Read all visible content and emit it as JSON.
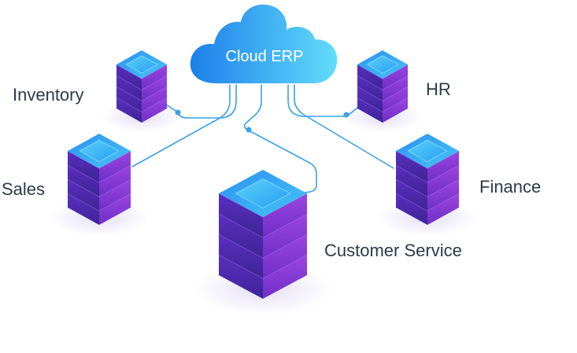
{
  "cloud": {
    "label": "Cloud ERP"
  },
  "nodes": {
    "inventory": {
      "label": "Inventory"
    },
    "hr": {
      "label": "HR"
    },
    "sales": {
      "label": "Sales"
    },
    "finance": {
      "label": "Finance"
    },
    "customer_service": {
      "label": "Customer Service"
    }
  },
  "colors": {
    "cloud_gradient_start": "#1e88ef",
    "cloud_gradient_end": "#5fd7fb",
    "server_top": "#2aa2ef",
    "server_top_inner": "#4ecbf7",
    "server_body_dark": "#4b2aa8",
    "server_body_light": "#8b3bd6",
    "connector_line": "#3aa0e8",
    "label_text": "#2b3a4a"
  }
}
